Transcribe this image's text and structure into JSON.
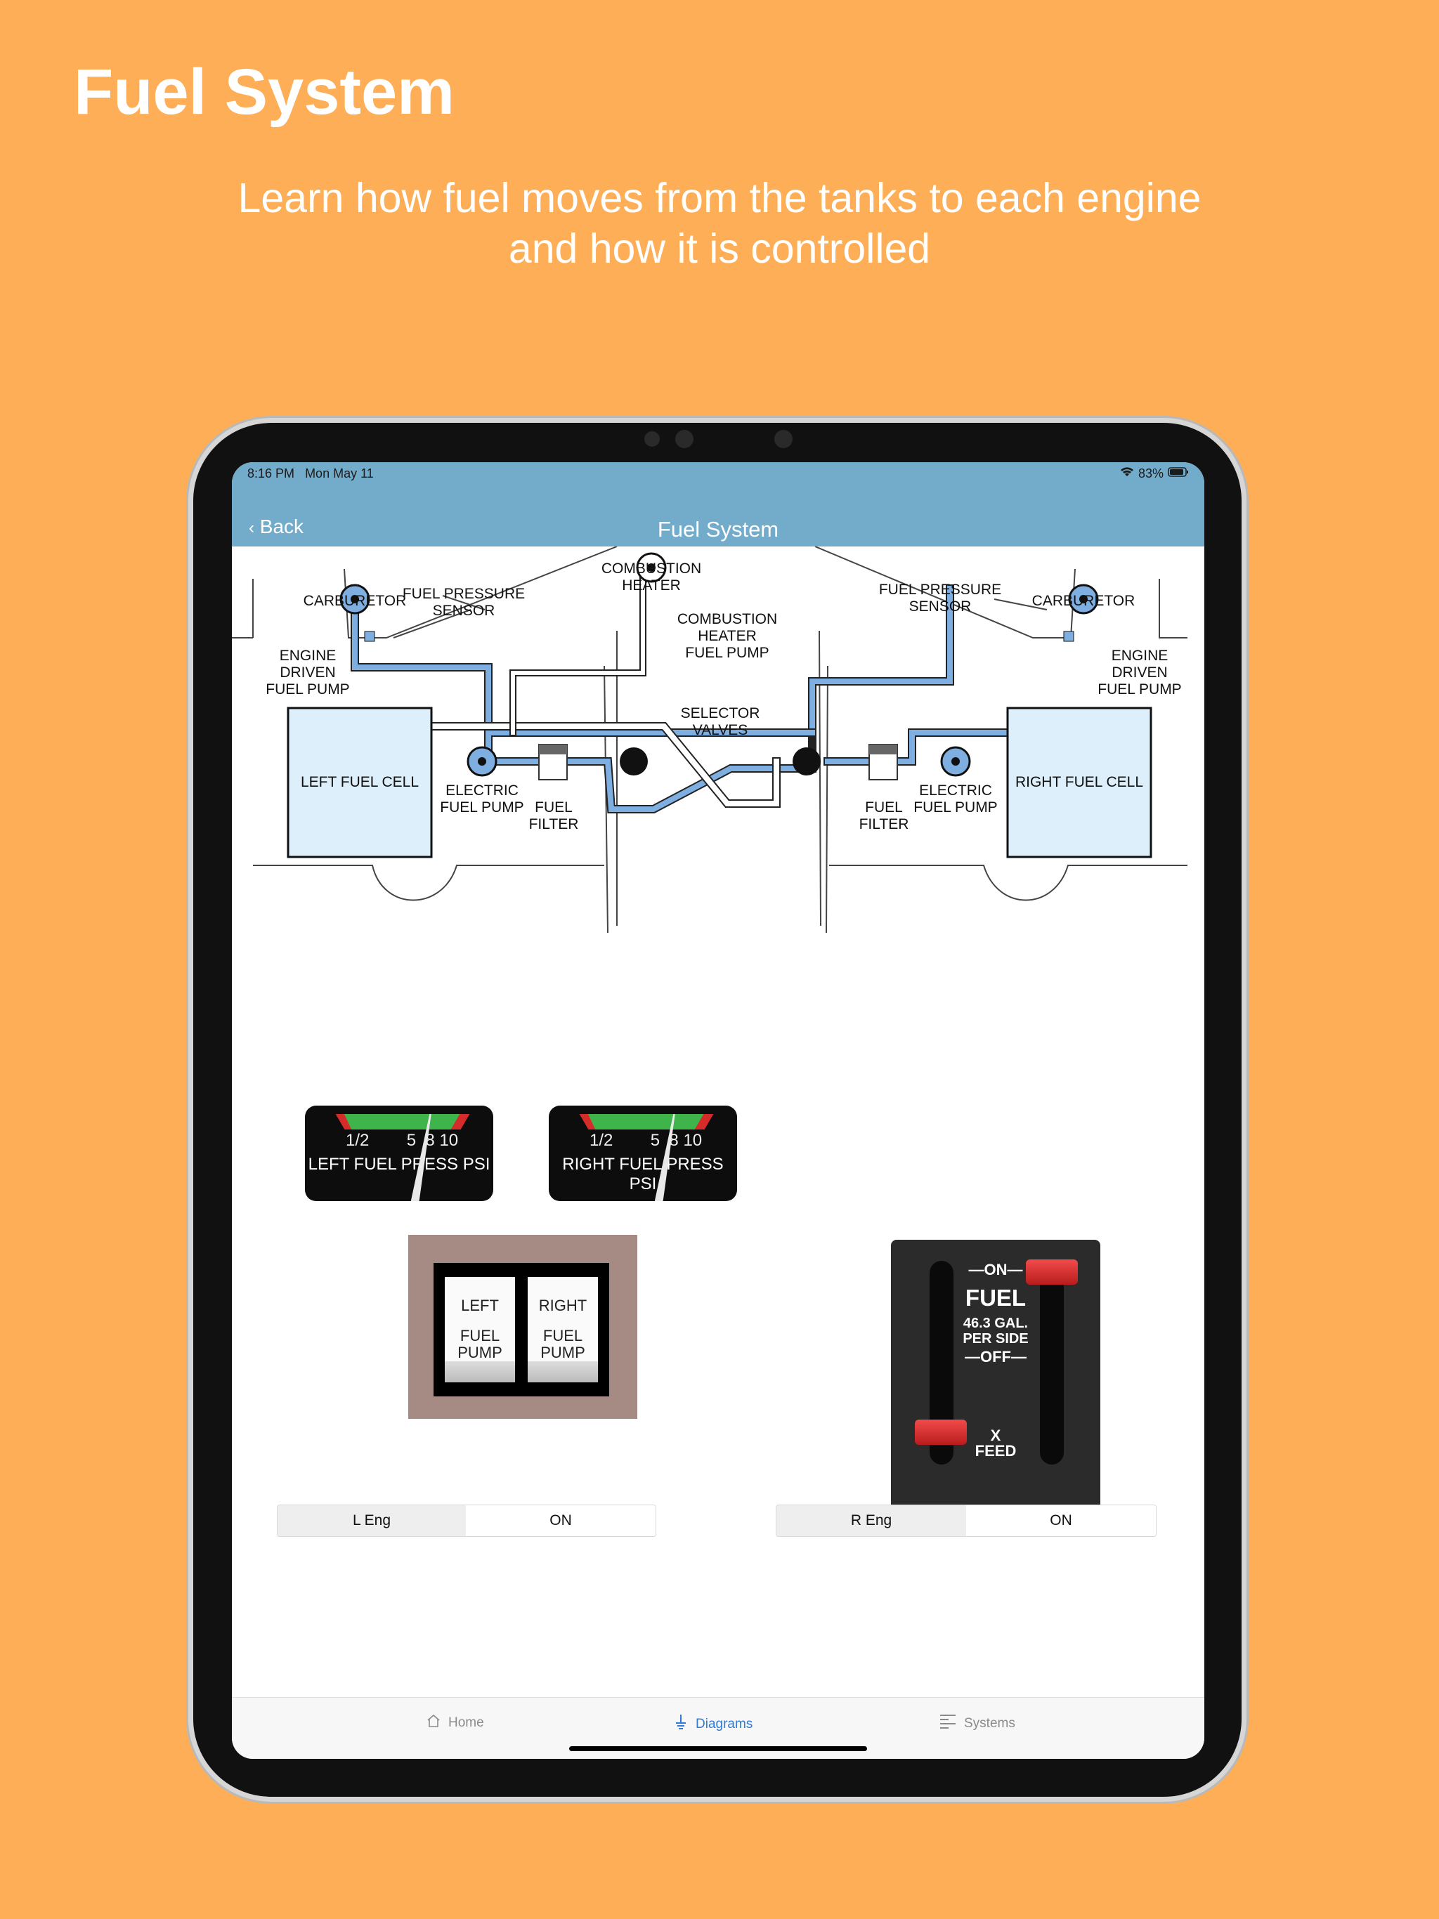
{
  "promo": {
    "title": "Fuel System",
    "subtitle_line1": "Learn how fuel moves from the tanks to each engine",
    "subtitle_line2": "and how it is controlled"
  },
  "status_bar": {
    "time": "8:16 PM",
    "date": "Mon May 11",
    "battery": "83%"
  },
  "nav": {
    "back_label": "Back",
    "title": "Fuel System"
  },
  "diagram": {
    "labels": {
      "combustion_heater": [
        "COMBUSTION",
        "HEATER"
      ],
      "combustion_heater_fuel_pump": [
        "COMBUSTION",
        "HEATER",
        "FUEL PUMP"
      ],
      "carburetor_left": "CARBURETOR",
      "carburetor_right": "CARBURETOR",
      "fuel_pressure_sensor_left": [
        "FUEL PRESSURE",
        "SENSOR"
      ],
      "fuel_pressure_sensor_right": [
        "FUEL PRESSURE",
        "SENSOR"
      ],
      "engine_driven_pump_left": [
        "ENGINE",
        "DRIVEN",
        "FUEL PUMP"
      ],
      "engine_driven_pump_right": [
        "ENGINE",
        "DRIVEN",
        "FUEL PUMP"
      ],
      "selector_valves": [
        "SELECTOR",
        "VALVES"
      ],
      "left_fuel_cell": "LEFT FUEL CELL",
      "right_fuel_cell": "RIGHT FUEL CELL",
      "electric_pump_left": [
        "ELECTRIC",
        "FUEL PUMP"
      ],
      "electric_pump_right": [
        "ELECTRIC",
        "FUEL PUMP"
      ],
      "fuel_filter_left": [
        "FUEL",
        "FILTER"
      ],
      "fuel_filter_right": [
        "FUEL",
        "FILTER"
      ]
    }
  },
  "gauges": {
    "ticks": [
      "1/2",
      "5",
      "8",
      "10"
    ],
    "left_name": "LEFT FUEL PRESS PSI",
    "right_name": "RIGHT FUEL PRESS PSI"
  },
  "pump_panel": {
    "left_top": "LEFT",
    "left_bottom": [
      "FUEL",
      "PUMP"
    ],
    "right_top": "RIGHT",
    "right_bottom": [
      "FUEL",
      "PUMP"
    ]
  },
  "fuel_selector": {
    "on": "ON",
    "title": "FUEL",
    "capacity_line1": "46.3 GAL.",
    "capacity_line2": "PER SIDE",
    "off": "OFF",
    "xfeed_line1": "X",
    "xfeed_line2": "FEED"
  },
  "controls": {
    "left": {
      "label": "L Eng",
      "value": "ON"
    },
    "right": {
      "label": "R Eng",
      "value": "ON"
    }
  },
  "tabbar": {
    "items": [
      {
        "label": "Home",
        "icon": "home-icon",
        "active": false
      },
      {
        "label": "Diagrams",
        "icon": "diagrams-icon",
        "active": true
      },
      {
        "label": "Systems",
        "icon": "systems-icon",
        "active": false
      }
    ],
    "accent": "#2f7bd8"
  },
  "colors": {
    "background": "#FDAE57",
    "navbar": "#73ABCB",
    "fuel_line": "#7FAEE0",
    "fuel_cell": "#DDEFFA"
  }
}
